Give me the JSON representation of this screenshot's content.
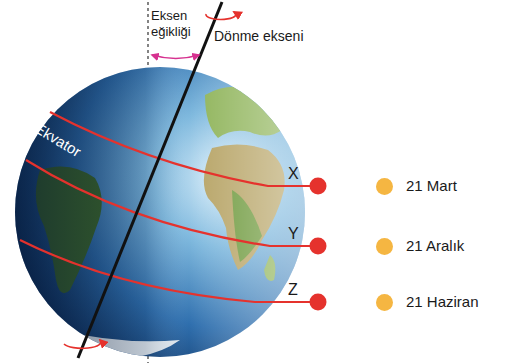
{
  "diagram": {
    "labels": [
      "Eksen eğikliği",
      "Dönme ekseni",
      "Ekvator",
      "X",
      "Y",
      "Z"
    ],
    "legend": [
      {
        "text": "21 Mart",
        "color": "#f5b642"
      },
      {
        "text": "21 Aralık",
        "color": "#f5b642"
      },
      {
        "text": "21 Haziran",
        "color": "#f5b642"
      }
    ]
  }
}
